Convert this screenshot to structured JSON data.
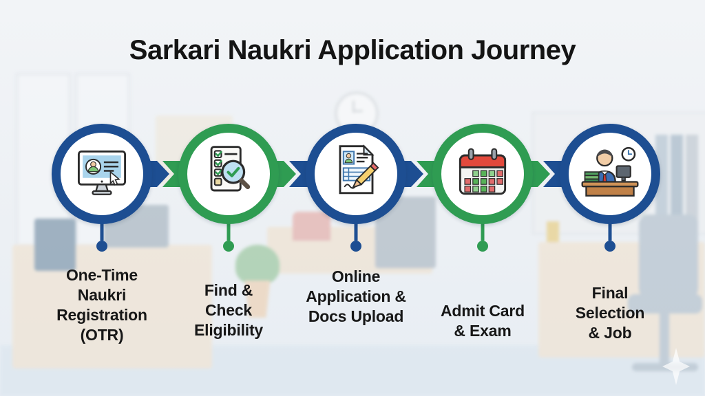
{
  "title": "Sarkari Naukri Application Journey",
  "colors": {
    "blue": "#1d4e92",
    "green": "#2f9c52"
  },
  "steps": [
    {
      "label": "One-Time\nNaukri\nRegistration\n(OTR)",
      "icon": "monitor-otr-icon",
      "ring": "blue"
    },
    {
      "label": "Find &\nCheck\nEligibility",
      "icon": "checklist-search-icon",
      "ring": "green"
    },
    {
      "label": "Online\nApplication &\nDocs Upload",
      "icon": "application-form-icon",
      "ring": "blue"
    },
    {
      "label": "Admit Card\n& Exam",
      "icon": "exam-calendar-icon",
      "ring": "green"
    },
    {
      "label": "Final\nSelection\n& Job",
      "icon": "selected-candidate-icon",
      "ring": "blue"
    }
  ]
}
